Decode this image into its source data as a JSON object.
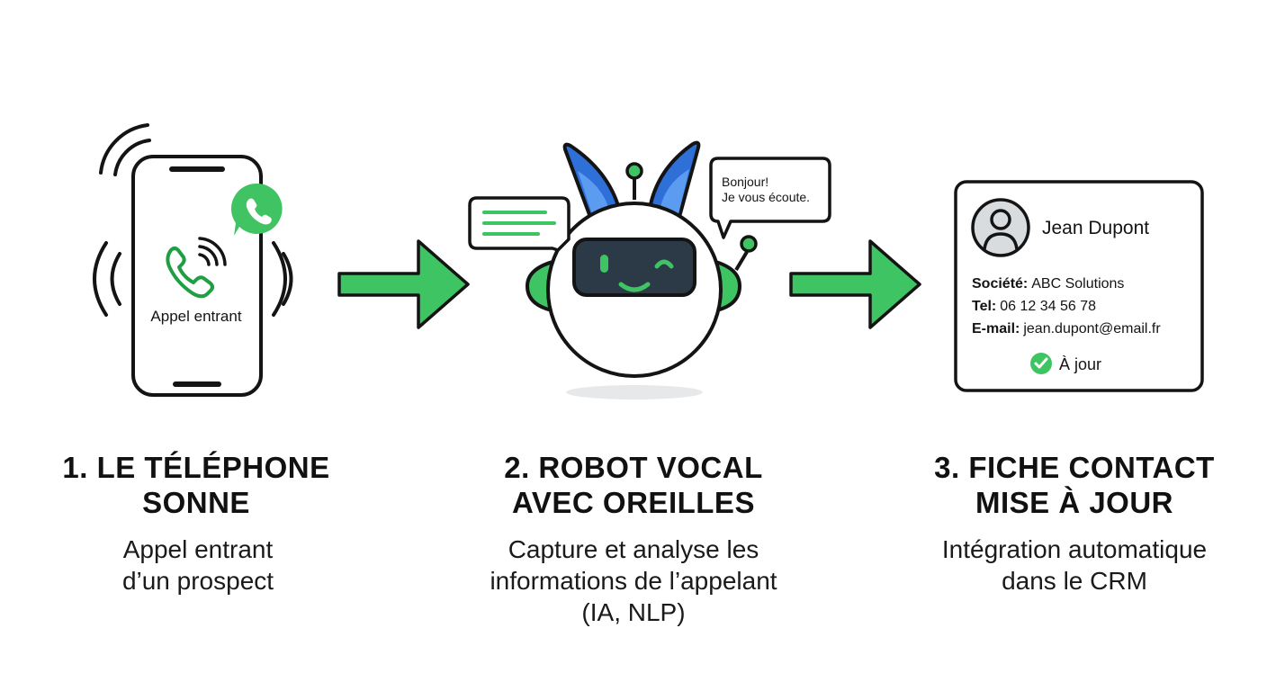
{
  "colors": {
    "green": "#3fc463",
    "green_dark": "#1f9e43",
    "whatsapp": "#40c463",
    "ear_blue": "#2f6fd8",
    "ear_blue_light": "#5b9bf0",
    "screen": "#2c3a47",
    "stroke": "#141414"
  },
  "steps": [
    {
      "title_line1": "1. LE TÉLÉPHONE",
      "title_line2": "SONNE",
      "desc_line1": "Appel entrant",
      "desc_line2": "d’un prospect",
      "icon": "ringing-phone-icon"
    },
    {
      "title_line1": "2. ROBOT VOCAL",
      "title_line2": "AVEC OREILLES",
      "desc_line1": "Capture et analyse les",
      "desc_line2": "informations de l’appelant",
      "desc_line3": "(IA, NLP)",
      "icon": "robot-icon"
    },
    {
      "title_line1": "3. FICHE CONTACT",
      "title_line2": "MISE À JOUR",
      "desc_line1": "Intégration automatique",
      "desc_line2": "dans le CRM",
      "icon": "contact-card-icon"
    }
  ],
  "phone": {
    "screen_label": "Appel entrant",
    "badge_icon": "whatsapp-icon"
  },
  "robot": {
    "speech_line1": "Bonjour!",
    "speech_line2": "Je vous écoute."
  },
  "contact_card": {
    "name": "Jean Dupont",
    "company_label": "Société:",
    "company_value": "ABC Solutions",
    "phone_label": "Tel:",
    "phone_value": "06 12 34 56 78",
    "email_label": "E-mail:",
    "email_value": "jean.dupont@email.fr",
    "status": "À jour"
  }
}
